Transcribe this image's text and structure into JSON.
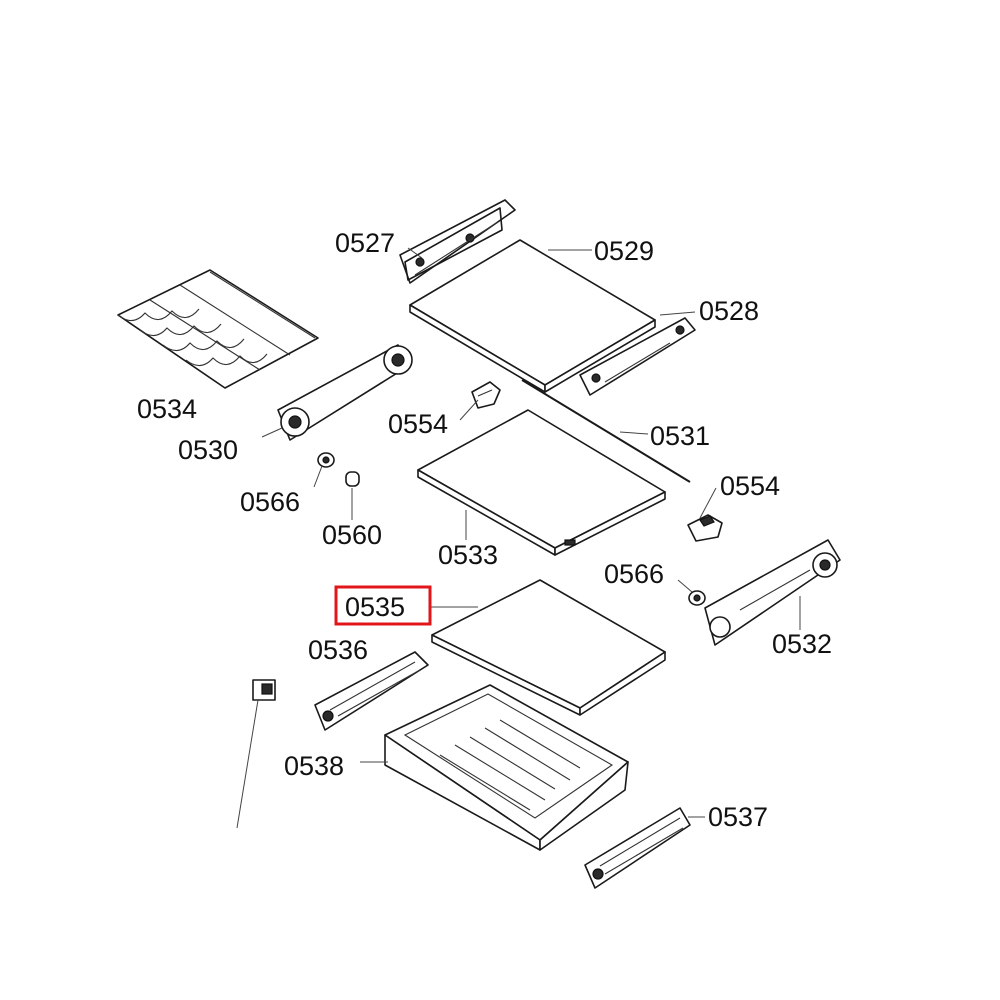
{
  "highlight_color": "#e0161b",
  "highlighted_part": "0535",
  "labels": {
    "p0527": "0527",
    "p0529": "0529",
    "p0528": "0528",
    "p0534": "0534",
    "p0530": "0530",
    "p0554a": "0554",
    "p0531": "0531",
    "p0554b": "0554",
    "p0566a": "0566",
    "p0560": "0560",
    "p0533": "0533",
    "p0566b": "0566",
    "p0535": "0535",
    "p0532": "0532",
    "p0536": "0536",
    "p0538": "0538",
    "p0537": "0537"
  }
}
